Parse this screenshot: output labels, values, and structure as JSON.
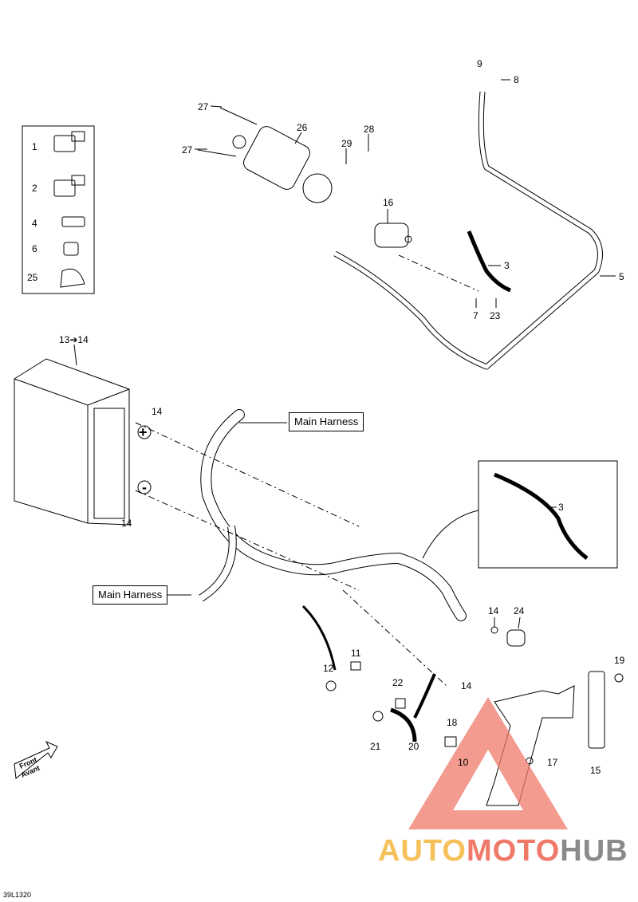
{
  "callouts": {
    "c1": "1",
    "c2": "2",
    "c4": "4",
    "c6": "6",
    "c25": "25",
    "c27a": "27",
    "c27b": "27",
    "c26": "26",
    "c29": "29",
    "c28": "28",
    "c9": "9",
    "c8": "8",
    "c16": "16",
    "c3a": "3",
    "c5": "5",
    "c7": "7",
    "c23": "23",
    "c13": "13➔14",
    "c14a": "14",
    "c14b": "14",
    "c3b": "3",
    "c14c": "14",
    "c24": "24",
    "c11": "11",
    "c12": "12",
    "c14d": "14",
    "c22": "22",
    "c19": "19",
    "c18": "18",
    "c21": "21",
    "c20": "20",
    "c10": "10",
    "c17": "17",
    "c15": "15"
  },
  "labels": {
    "harness_top": "Main Harness",
    "harness_left": "Main Harness"
  },
  "front": {
    "line1": "Front",
    "line2": "Avant"
  },
  "signs": {
    "plus": "+",
    "minus": "-"
  },
  "code": "39L1320",
  "watermark": {
    "part1": "AUTO",
    "part2": "MOTO",
    "part3": "HUB"
  },
  "colors": {
    "watermark_red": "#f07a6a",
    "watermark_yellow": "#f6c15a",
    "watermark_gray": "#8a8a8a"
  }
}
